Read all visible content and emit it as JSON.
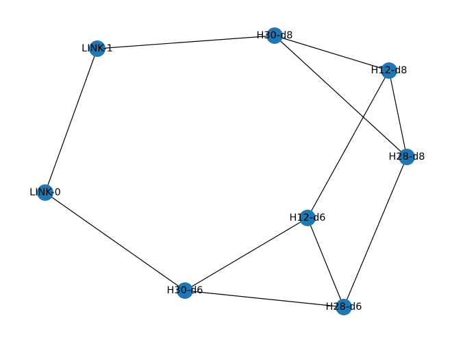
{
  "graph": {
    "node_color": "#1f77b4",
    "edge_color": "#000000",
    "nodes": [
      {
        "id": "LINK-1",
        "label": "LINK-1"
      },
      {
        "id": "H30-d8",
        "label": "H30-d8"
      },
      {
        "id": "H12-d8",
        "label": "H12-d8"
      },
      {
        "id": "H28-d8",
        "label": "H28-d8"
      },
      {
        "id": "LINK-0",
        "label": "LINK-0"
      },
      {
        "id": "H12-d6",
        "label": "H12-d6"
      },
      {
        "id": "H30-d6",
        "label": "H30-d6"
      },
      {
        "id": "H28-d6",
        "label": "H28-d6"
      }
    ],
    "edges": [
      [
        "LINK-1",
        "H30-d8"
      ],
      [
        "LINK-1",
        "LINK-0"
      ],
      [
        "H30-d8",
        "H12-d8"
      ],
      [
        "H30-d8",
        "H28-d8"
      ],
      [
        "H12-d8",
        "H28-d8"
      ],
      [
        "H12-d8",
        "H12-d6"
      ],
      [
        "H28-d8",
        "H28-d6"
      ],
      [
        "LINK-0",
        "H30-d6"
      ],
      [
        "H12-d6",
        "H30-d6"
      ],
      [
        "H12-d6",
        "H28-d6"
      ],
      [
        "H30-d6",
        "H28-d6"
      ]
    ]
  }
}
